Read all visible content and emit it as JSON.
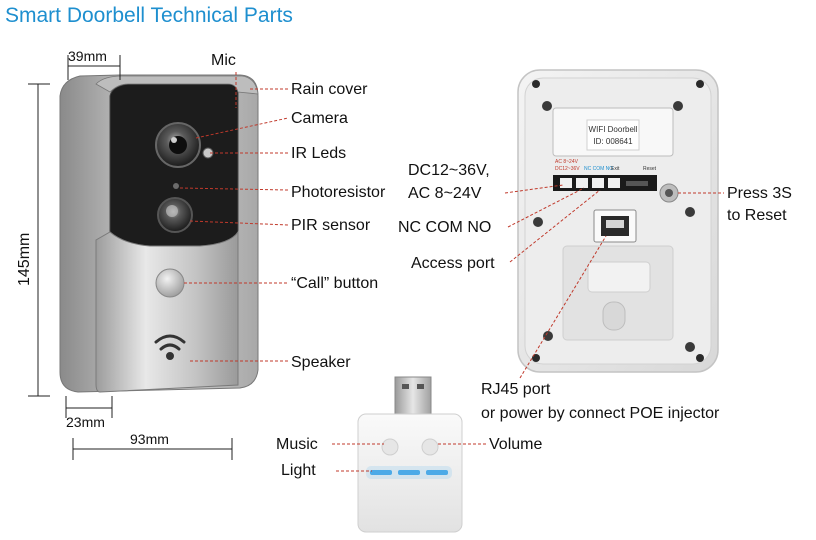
{
  "title": "Smart Doorbell Technical Parts",
  "dimensions": {
    "top_width": "39mm",
    "height": "145mm",
    "bottom_depth": "23mm",
    "bottom_width": "93mm"
  },
  "front_labels": {
    "mic": "Mic",
    "rain_cover": "Rain cover",
    "camera": "Camera",
    "ir_leds": "IR Leds",
    "photoresistor": "Photoresistor",
    "pir_sensor": "PIR sensor",
    "call_button": "“Call” button",
    "speaker": "Speaker"
  },
  "back_labels": {
    "power_line1": "DC12~36V,",
    "power_line2": "AC 8~24V",
    "nc_com_no": "NC COM NO",
    "access_port": "Access port",
    "reset_line1": "Press 3S",
    "reset_line2": "to Reset",
    "rj45_line1": "RJ45 port",
    "rj45_line2": "or power by connect POE injector"
  },
  "sticker": {
    "line1": "WIFI Doorbell",
    "line2": "ID: 008641"
  },
  "terminal_labels": {
    "left1": "AC 8~24V",
    "left2": "DC12~36V",
    "mid": "NC COM NO",
    "extra": "Exit",
    "reset": "Reset"
  },
  "chime_labels": {
    "music": "Music",
    "light": "Light",
    "volume": "Volume"
  }
}
